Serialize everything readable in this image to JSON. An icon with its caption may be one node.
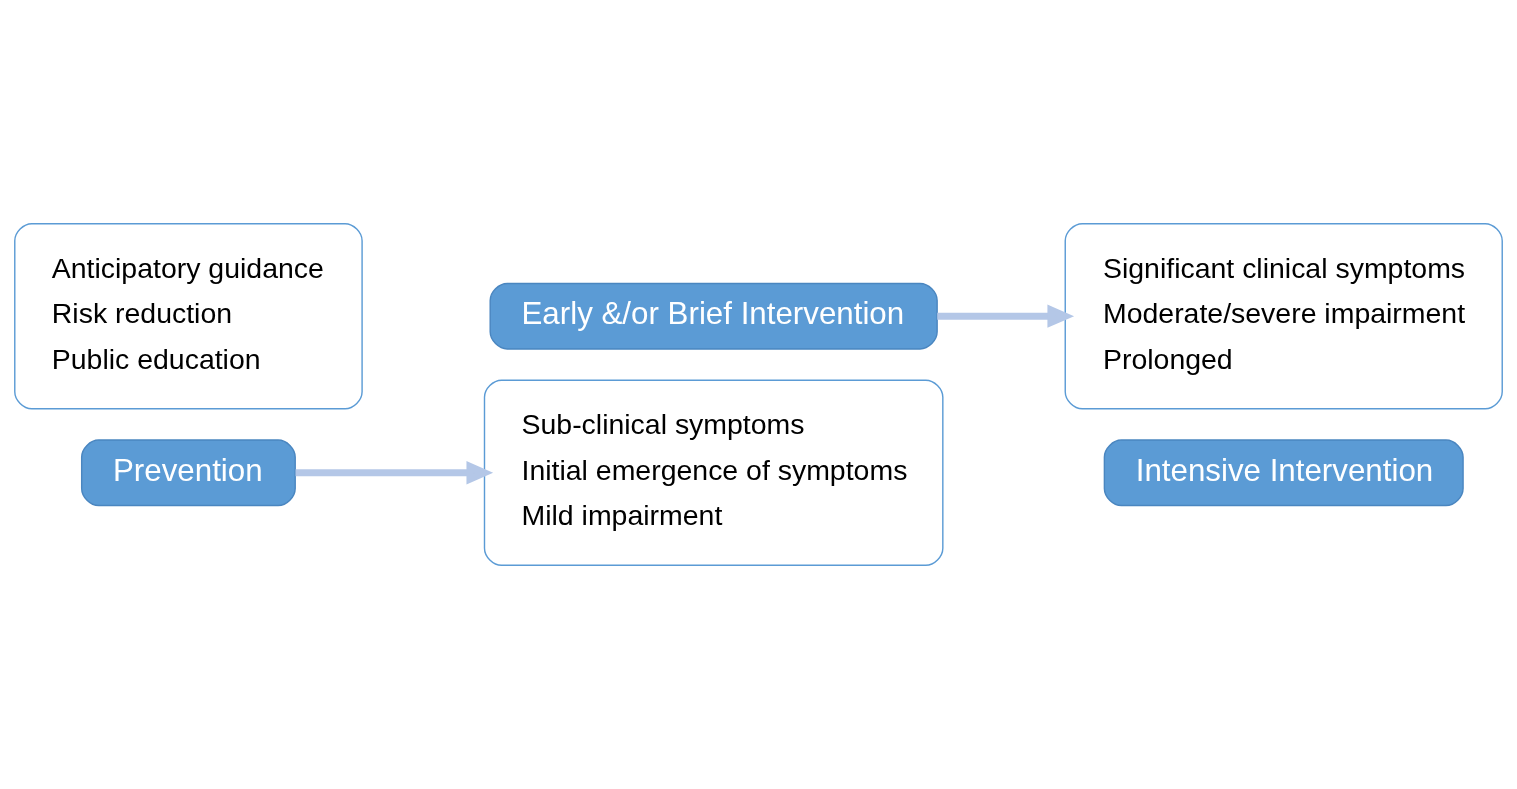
{
  "diagram": {
    "nodes": [
      {
        "text": [
          "Anticipatory guidance",
          "Risk reduction",
          "Public education"
        ]
      },
      {
        "text": [
          "Prevention"
        ]
      },
      {
        "text": [
          "Sub-clinical symptoms",
          "Initial emergence of symptoms",
          "Mild impairment"
        ]
      },
      {
        "text": [
          "Early &/or Brief Intervention"
        ]
      },
      {
        "text": [
          "Significant clinical symptoms",
          "Moderate/severe impairment",
          "Prolonged"
        ]
      },
      {
        "text": [
          "Intensive Intervention"
        ]
      }
    ],
    "edges": [
      {
        "from": 1,
        "to": 2,
        "arrow": "to"
      },
      {
        "from": 3,
        "to": 4,
        "arrow": "to"
      }
    ]
  }
}
